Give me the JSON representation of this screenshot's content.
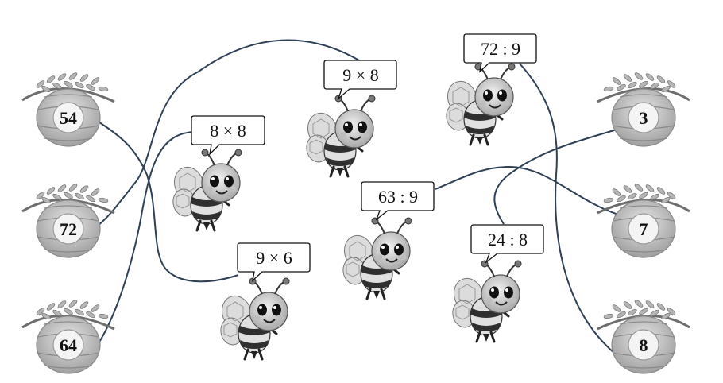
{
  "left_hives": [
    {
      "id": "hive-54",
      "label": "54"
    },
    {
      "id": "hive-72",
      "label": "72"
    },
    {
      "id": "hive-64",
      "label": "64"
    }
  ],
  "right_hives": [
    {
      "id": "hive-3",
      "label": "3"
    },
    {
      "id": "hive-7",
      "label": "7"
    },
    {
      "id": "hive-8",
      "label": "8"
    }
  ],
  "bees": [
    {
      "id": "bee-8x8",
      "expression": "8 × 8"
    },
    {
      "id": "bee-9x8",
      "expression": "9 × 8"
    },
    {
      "id": "bee-72div9",
      "expression": "72 : 9"
    },
    {
      "id": "bee-63div9",
      "expression": "63 : 9"
    },
    {
      "id": "bee-24div8",
      "expression": "24 : 8"
    },
    {
      "id": "bee-9x6",
      "expression": "9 × 6"
    }
  ],
  "connections": [
    {
      "bee": "8 × 8",
      "hive": "64"
    },
    {
      "bee": "9 × 8",
      "hive": "72"
    },
    {
      "bee": "9 × 6",
      "hive": "54"
    },
    {
      "bee": "72 : 9",
      "hive": "8"
    },
    {
      "bee": "63 : 9",
      "hive": "7"
    },
    {
      "bee": "24 : 8",
      "hive": "3"
    }
  ],
  "colors": {
    "line": "#2d4055",
    "bubble_border": "#111111",
    "hive": "#bdbdbd",
    "bee_body": "#3a3a3a"
  }
}
